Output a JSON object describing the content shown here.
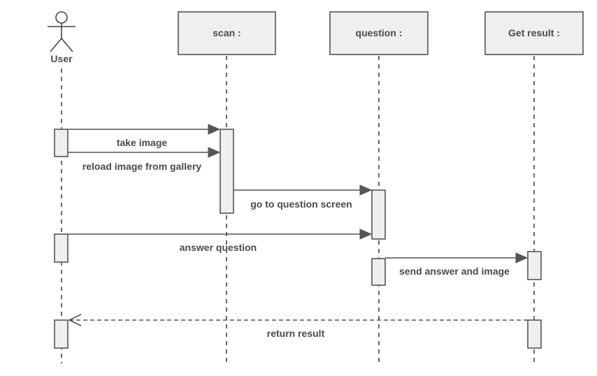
{
  "diagram": {
    "actor": {
      "label": "User"
    },
    "participants": [
      {
        "label": "scan :"
      },
      {
        "label": "question :"
      },
      {
        "label": "Get result :"
      }
    ],
    "messages": [
      {
        "label": "take image",
        "from": "User",
        "to": "scan :",
        "style": "solid"
      },
      {
        "label": "reload image from gallery",
        "from": "User",
        "to": "scan :",
        "style": "solid"
      },
      {
        "label": "go to question screen",
        "from": "scan :",
        "to": "question :",
        "style": "solid"
      },
      {
        "label": "answer question",
        "from": "User",
        "to": "question :",
        "style": "solid"
      },
      {
        "label": "send answer and image",
        "from": "question :",
        "to": "Get result :",
        "style": "solid"
      },
      {
        "label": "return result",
        "from": "Get result :",
        "to": "User",
        "style": "dashed"
      }
    ]
  }
}
